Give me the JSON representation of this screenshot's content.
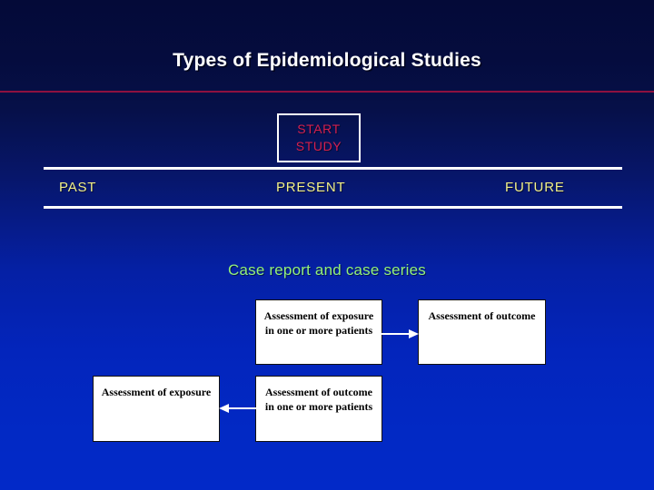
{
  "slide": {
    "title": "Types of Epidemiological Studies",
    "background_top_color": "#040A38",
    "background_bottom_color": "#0229C8",
    "rule_color": "#8E1140"
  },
  "start_study": {
    "line1": "START",
    "line2": "STUDY",
    "text_color": "#D42050",
    "border_color": "#FFFFFF"
  },
  "timeline": {
    "rule_color": "#FFFFFF",
    "label_color": "#F2F08A",
    "past": "PAST",
    "present": "PRESENT",
    "future": "FUTURE"
  },
  "section": {
    "heading": "Case report and case series",
    "heading_color": "#93F07A"
  },
  "boxes": {
    "exposure_patients": "Assessment of exposure in one or more patients",
    "outcome": "Assessment of outcome",
    "exposure": "Assessment of exposure",
    "outcome_patients": "Assessment of outcome in one or more patients",
    "fill_color": "#FFFFFF",
    "text_color": "#000000"
  },
  "connectors": {
    "top_arrow_direction": "right",
    "bottom_arrow_direction": "left",
    "arrow_color": "#FFFFFF"
  }
}
